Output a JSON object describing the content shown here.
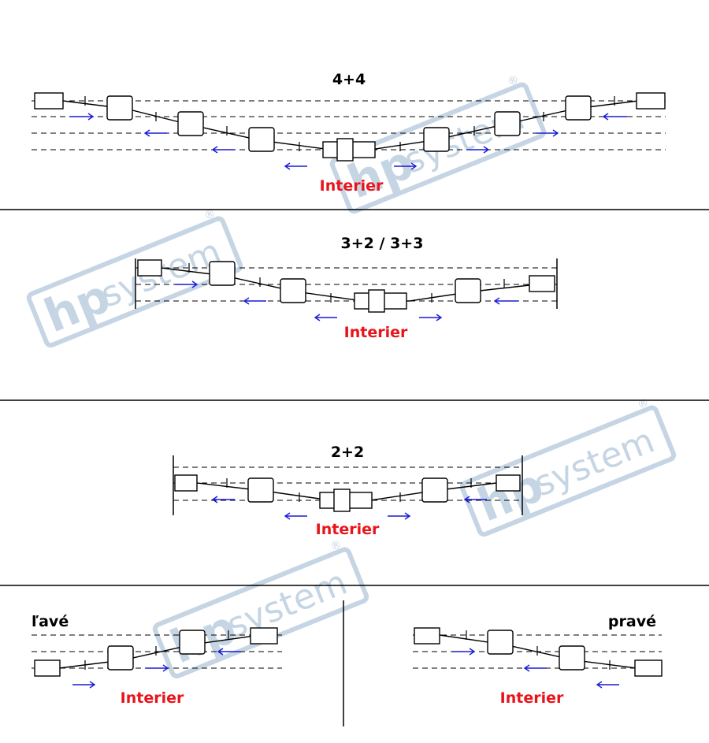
{
  "watermark": {
    "brand_hp": "hp",
    "brand_system": "system",
    "registered": "®"
  },
  "sections": [
    {
      "title": "4+4",
      "interior_label": "Interier"
    },
    {
      "title": "3+2 / 3+3",
      "interior_label": "Interier"
    },
    {
      "title": "2+2",
      "interior_label": "Interier"
    }
  ],
  "bottom": {
    "left": {
      "title": "ľavé",
      "interior_label": "Interier"
    },
    "right": {
      "title": "pravé",
      "interior_label": "Interier"
    }
  },
  "colors": {
    "arrow": "#1a1ad6",
    "interior": "#e8141b",
    "watermark": "#c5d5e4"
  }
}
